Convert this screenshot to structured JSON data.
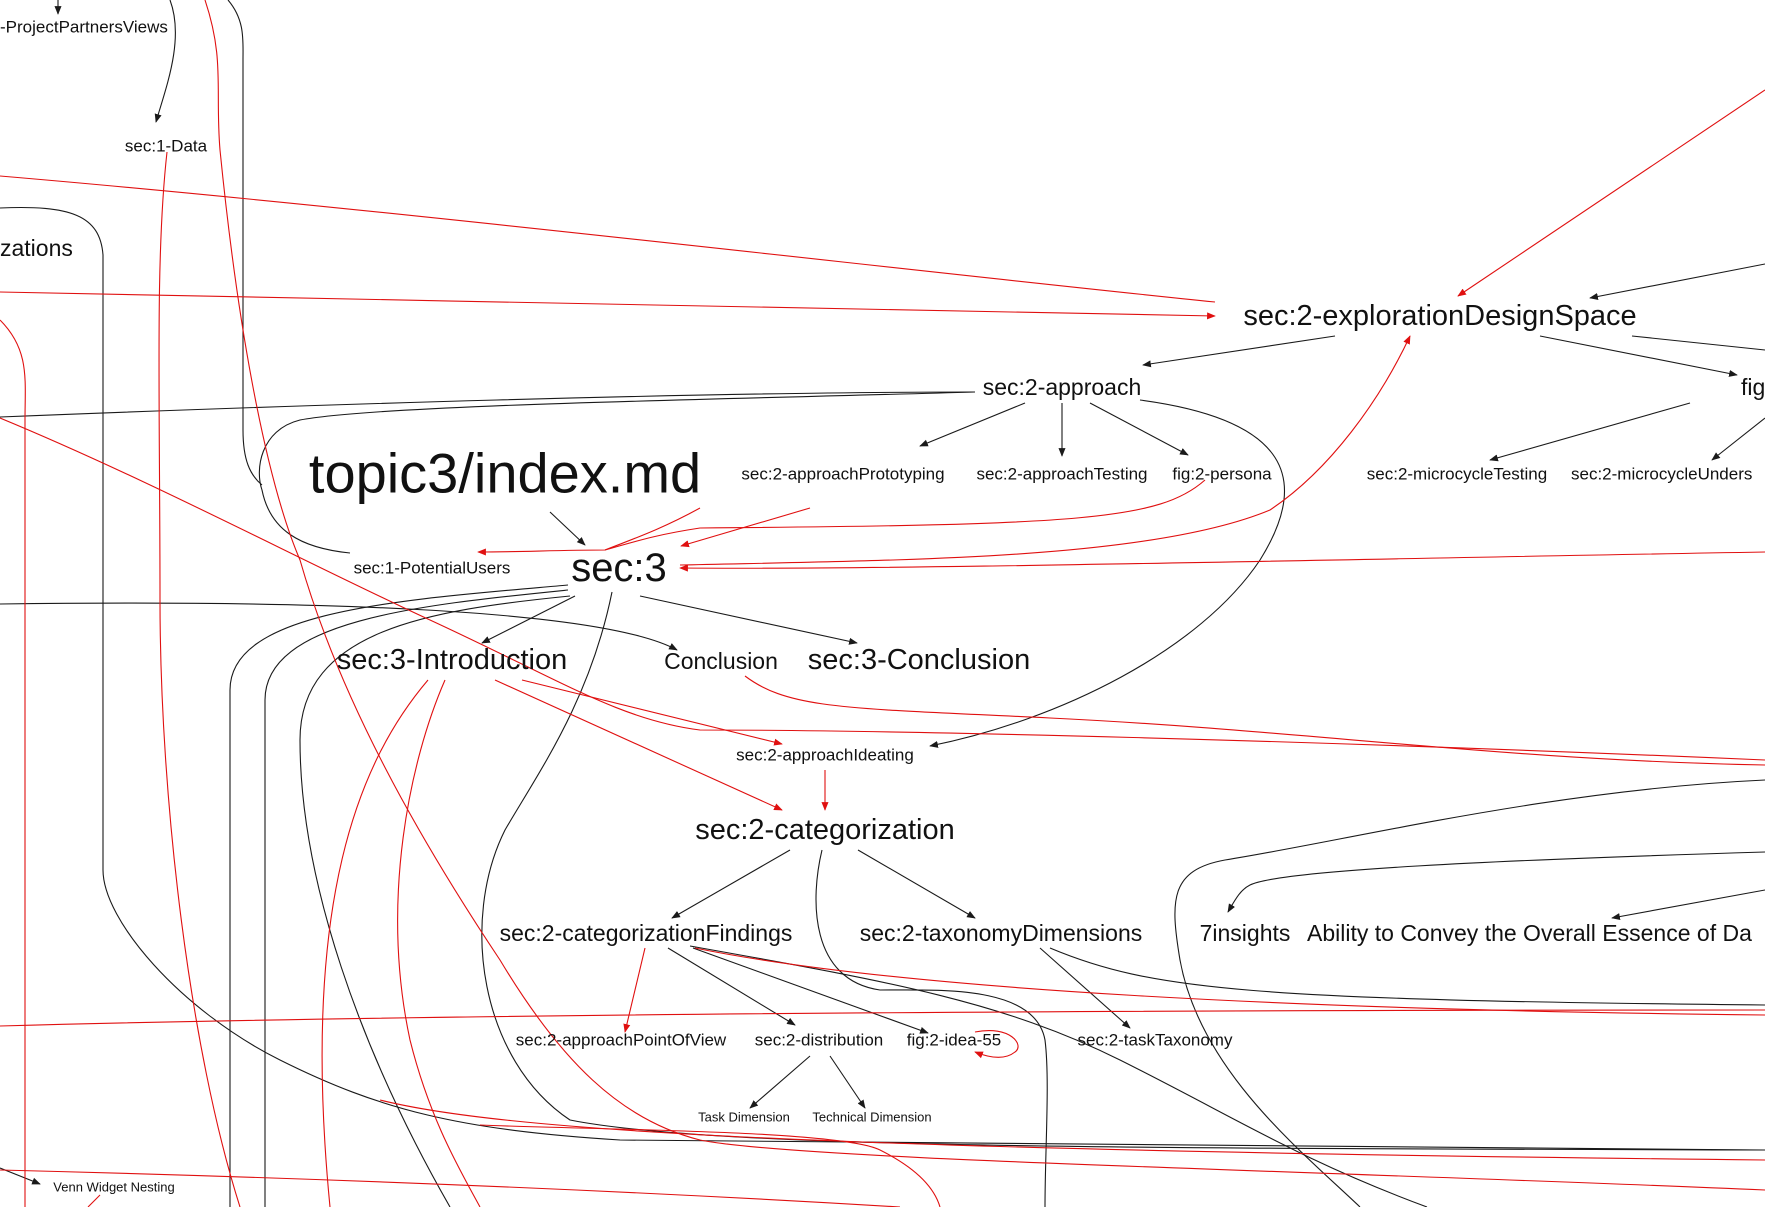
{
  "graph": {
    "nodes": {
      "projectPartnersViews": "-ProjectPartnersViews",
      "data": "sec:1-Data",
      "zations": "zations",
      "explorationDesignSpace": "sec:2-explorationDesignSpace",
      "approach": "sec:2-approach",
      "fig": "fig",
      "topic3": "topic3/index.md",
      "approachPrototyping": "sec:2-approachPrototyping",
      "approachTesting": "sec:2-approachTesting",
      "persona": "fig:2-persona",
      "microcycleTesting": "sec:2-microcycleTesting",
      "microcycleUnders": "sec:2-microcycleUnders",
      "potentialUsers": "sec:1-PotentialUsers",
      "sec3": "sec:3",
      "introduction": "sec:3-Introduction",
      "conclusionPlain": "Conclusion",
      "sec3Conclusion": "sec:3-Conclusion",
      "approachIdeating": "sec:2-approachIdeating",
      "categorization": "sec:2-categorization",
      "categorizationFindings": "sec:2-categorizationFindings",
      "taxonomyDimensions": "sec:2-taxonomyDimensions",
      "insights": "7insights",
      "essence": "Ability to Convey the Overall Essence of Da",
      "approachPointOfView": "sec:2-approachPointOfView",
      "distribution": "sec:2-distribution",
      "idea55": "fig:2-idea-55",
      "taskTaxonomy": "sec:2-taskTaxonomy",
      "taskDimension": "Task Dimension",
      "technicalDimension": "Technical Dimension",
      "vennWidgetNesting": "Venn Widget Nesting"
    },
    "colors": {
      "hierarchy_edge": "#1a1a1a",
      "reference_edge": "#e01010",
      "background": "#ffffff"
    }
  }
}
